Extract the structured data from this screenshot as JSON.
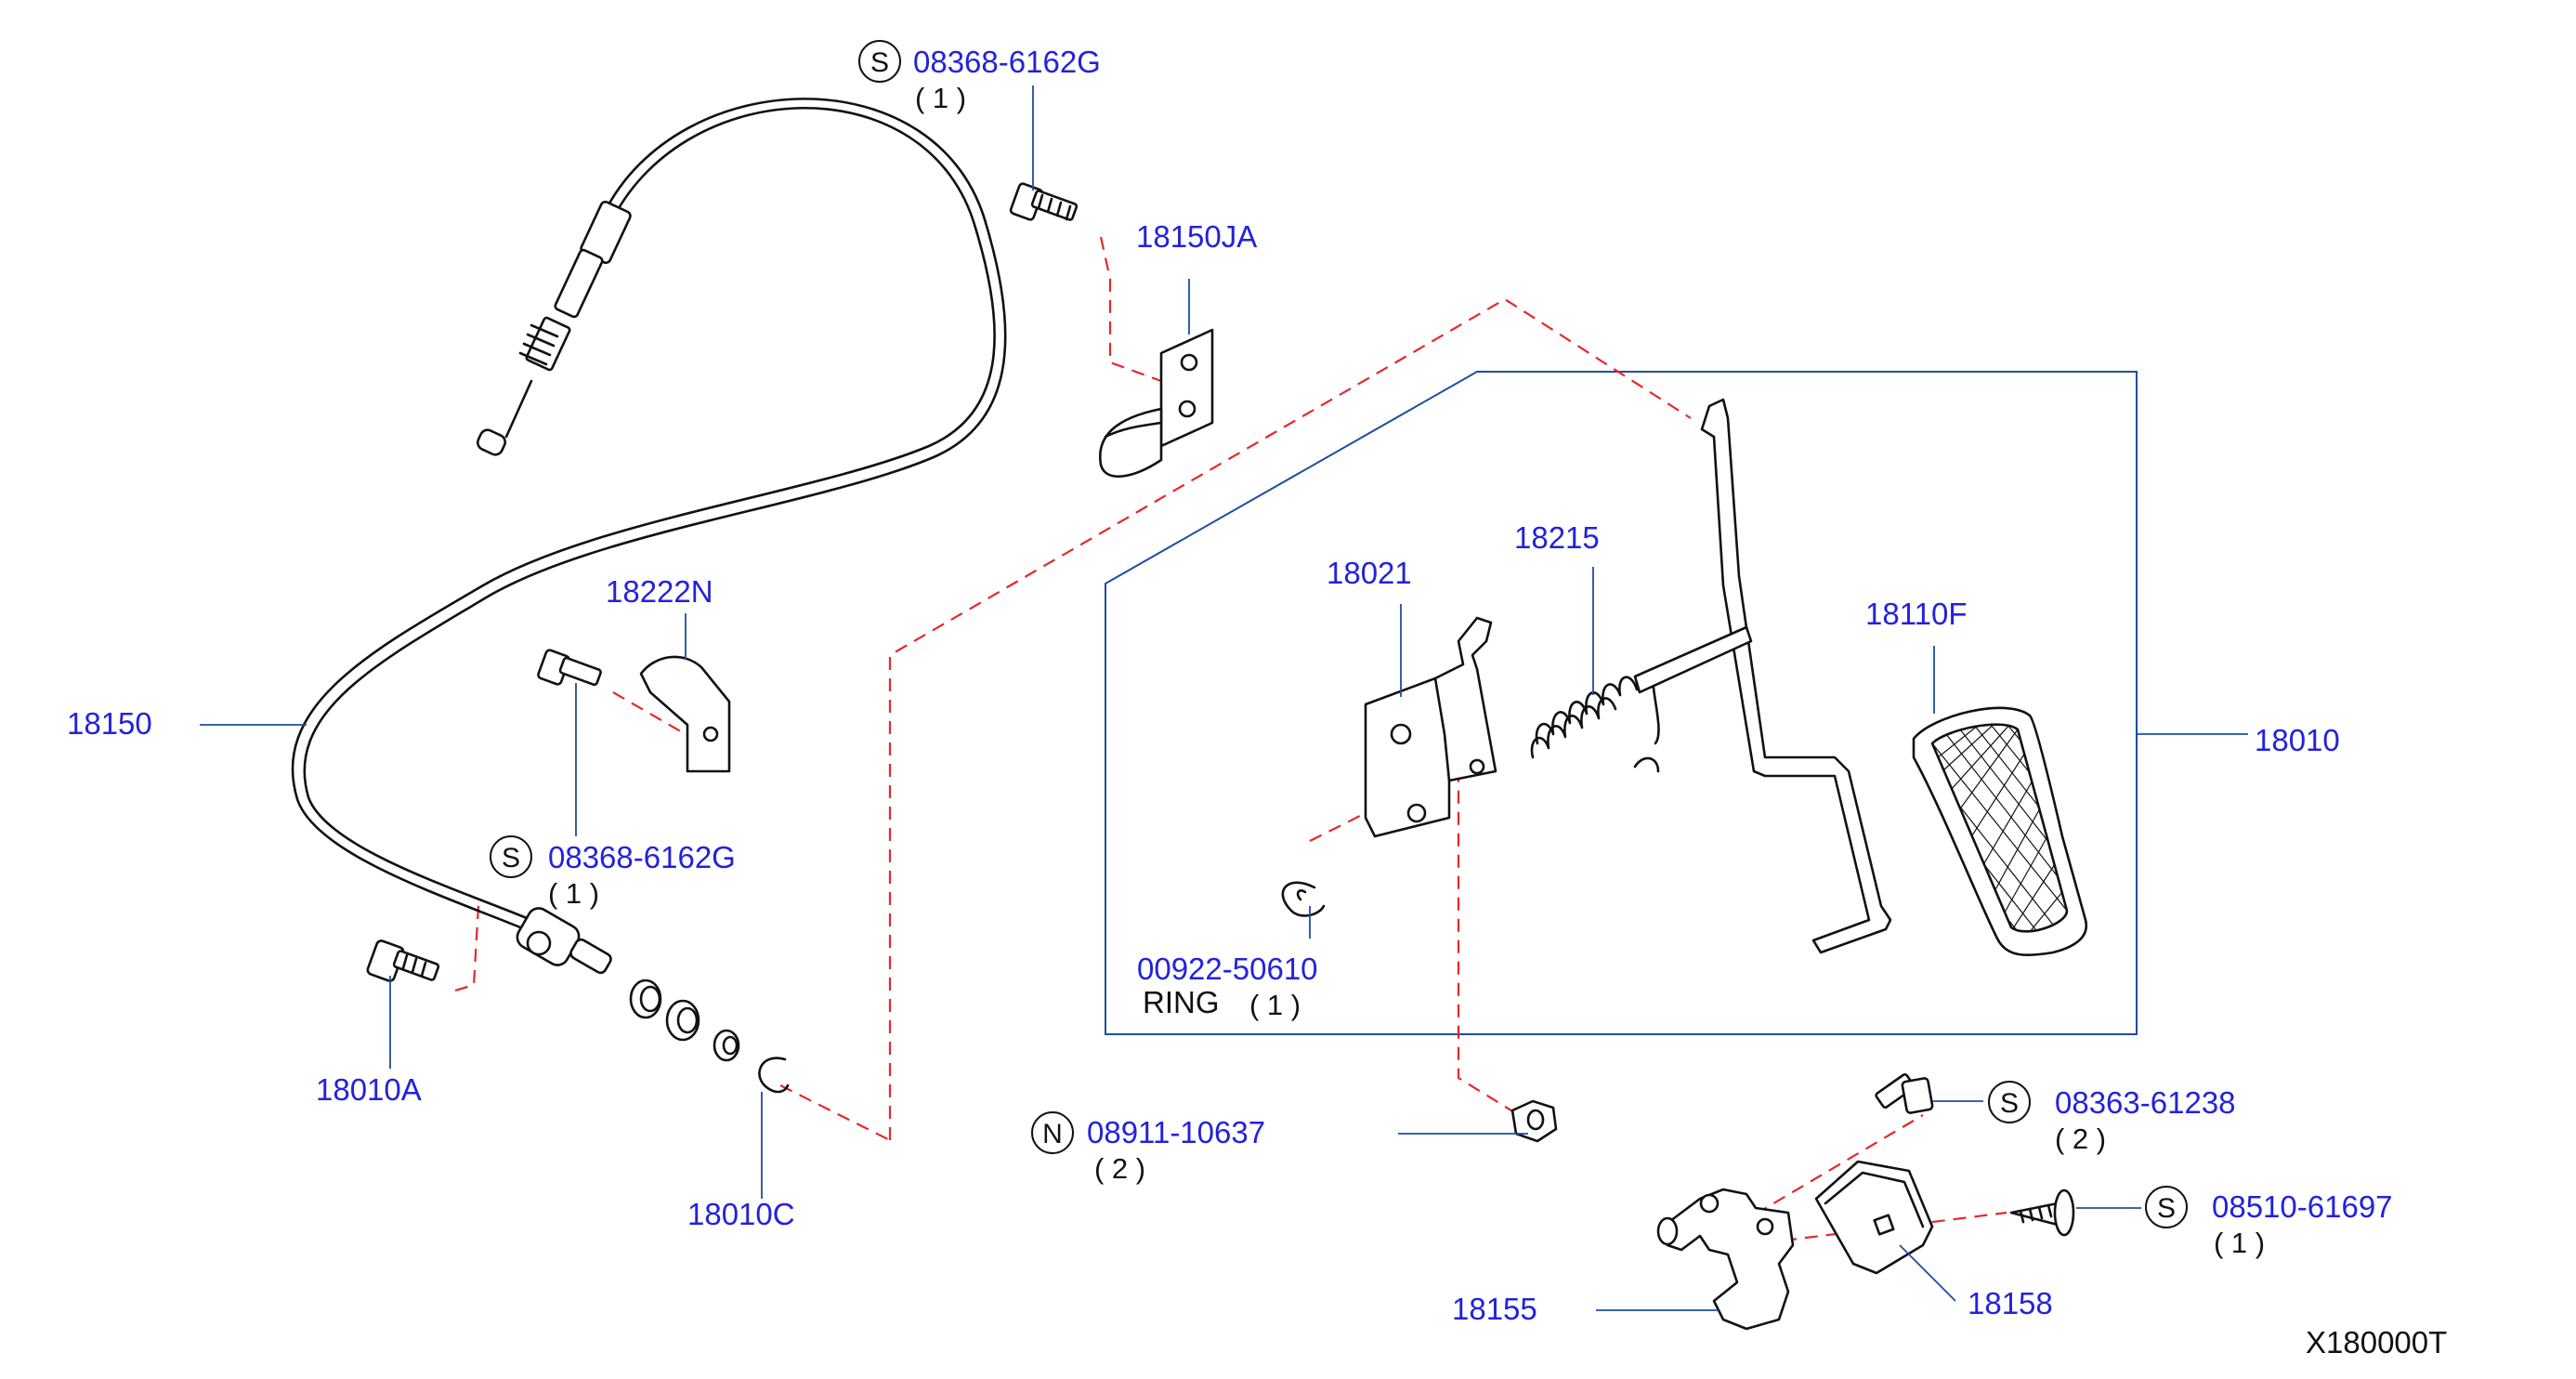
{
  "colors": {
    "part_number": "#2222dd",
    "leader_line": "#1c4fa1",
    "assembly_dash": "#e8262b",
    "drawing": "#111111"
  },
  "callouts": {
    "bolt_top": {
      "prefix": "S",
      "number": "08368-6162G",
      "qty": "( 1 )"
    },
    "bracket_18150ja": {
      "number": "18150JA"
    },
    "clip_18222n": {
      "number": "18222N"
    },
    "cable_18150": {
      "number": "18150"
    },
    "bolt_mid": {
      "prefix": "S",
      "number": "08368-6162G",
      "qty": "( 1 )"
    },
    "bolt_18010a": {
      "number": "18010A"
    },
    "clip_18010c": {
      "number": "18010C"
    },
    "nut": {
      "prefix": "N",
      "number": "08911-10637",
      "qty": "( 2 )"
    },
    "bracket_18021": {
      "number": "18021"
    },
    "spring_18215": {
      "number": "18215"
    },
    "pad_18110f": {
      "number": "18110F"
    },
    "assembly_18010": {
      "number": "18010"
    },
    "ring": {
      "number": "00922-50610",
      "label": "RING",
      "qty": "( 1 )"
    },
    "bolt_right": {
      "prefix": "S",
      "number": "08363-61238",
      "qty": "( 2 )"
    },
    "screw_right": {
      "prefix": "S",
      "number": "08510-61697",
      "qty": "( 1 )"
    },
    "bracket_18155": {
      "number": "18155"
    },
    "stopper_18158": {
      "number": "18158"
    }
  },
  "diagram_id": "X180000T"
}
